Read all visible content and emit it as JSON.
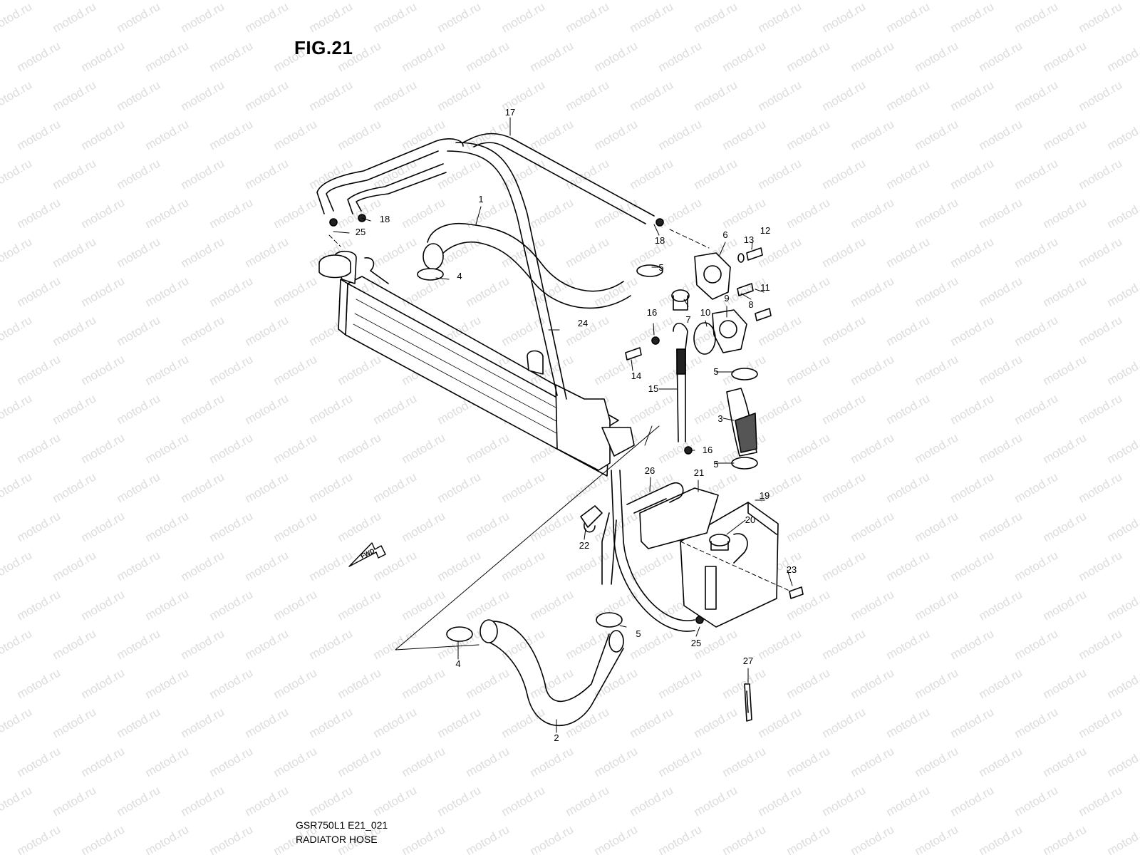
{
  "figure": {
    "title": "FIG.21",
    "code": "GSR750L1 E21_021",
    "name": "RADIATOR HOSE"
  },
  "watermark": "motod.ru",
  "fwd_label": "FWD",
  "callouts": [
    "1",
    "2",
    "3",
    "4",
    "4",
    "5",
    "5",
    "5",
    "5",
    "6",
    "7",
    "8",
    "9",
    "10",
    "11",
    "12",
    "13",
    "14",
    "15",
    "16",
    "16",
    "17",
    "18",
    "18",
    "19",
    "20",
    "21",
    "22",
    "23",
    "24",
    "25",
    "25",
    "26",
    "27"
  ]
}
